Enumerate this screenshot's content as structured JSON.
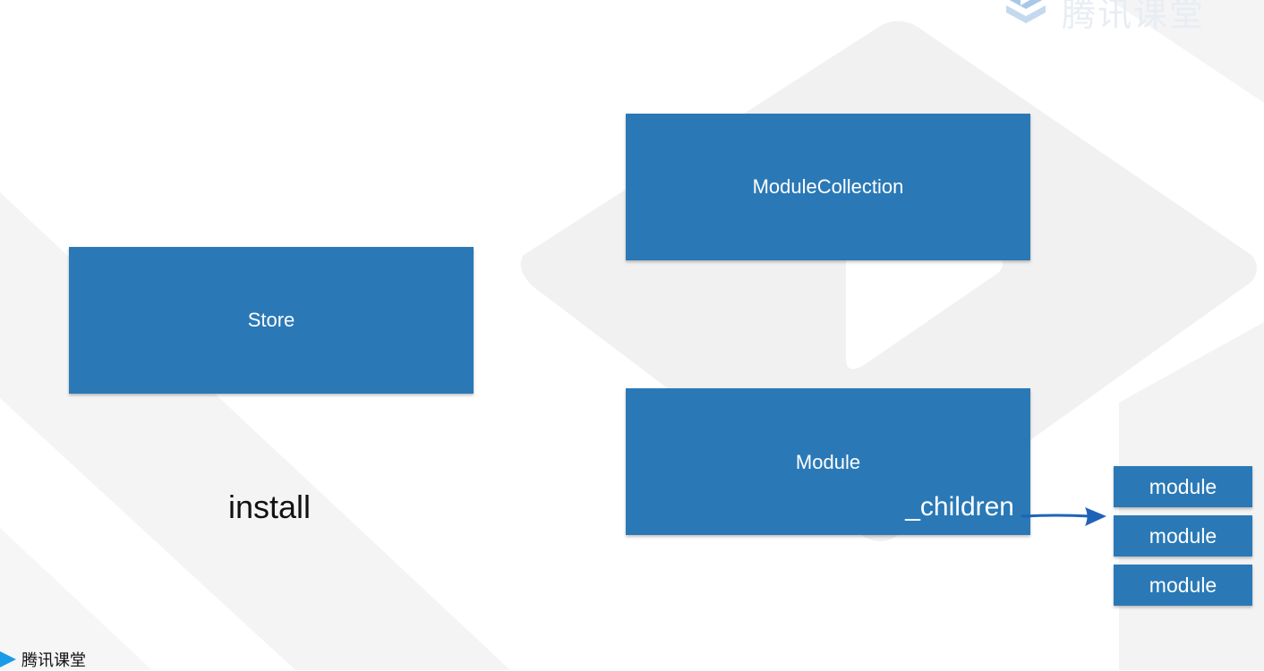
{
  "brand": {
    "top_logo_text": "腾讯课堂",
    "bottom_logo_text": "腾讯课堂",
    "accent_color": "#2a79b6"
  },
  "diagram": {
    "store_label": "Store",
    "module_collection_label": "ModuleCollection",
    "module_label": "Module",
    "children_label": "_children",
    "install_label": "install",
    "child_modules": [
      "module",
      "module",
      "module"
    ]
  }
}
